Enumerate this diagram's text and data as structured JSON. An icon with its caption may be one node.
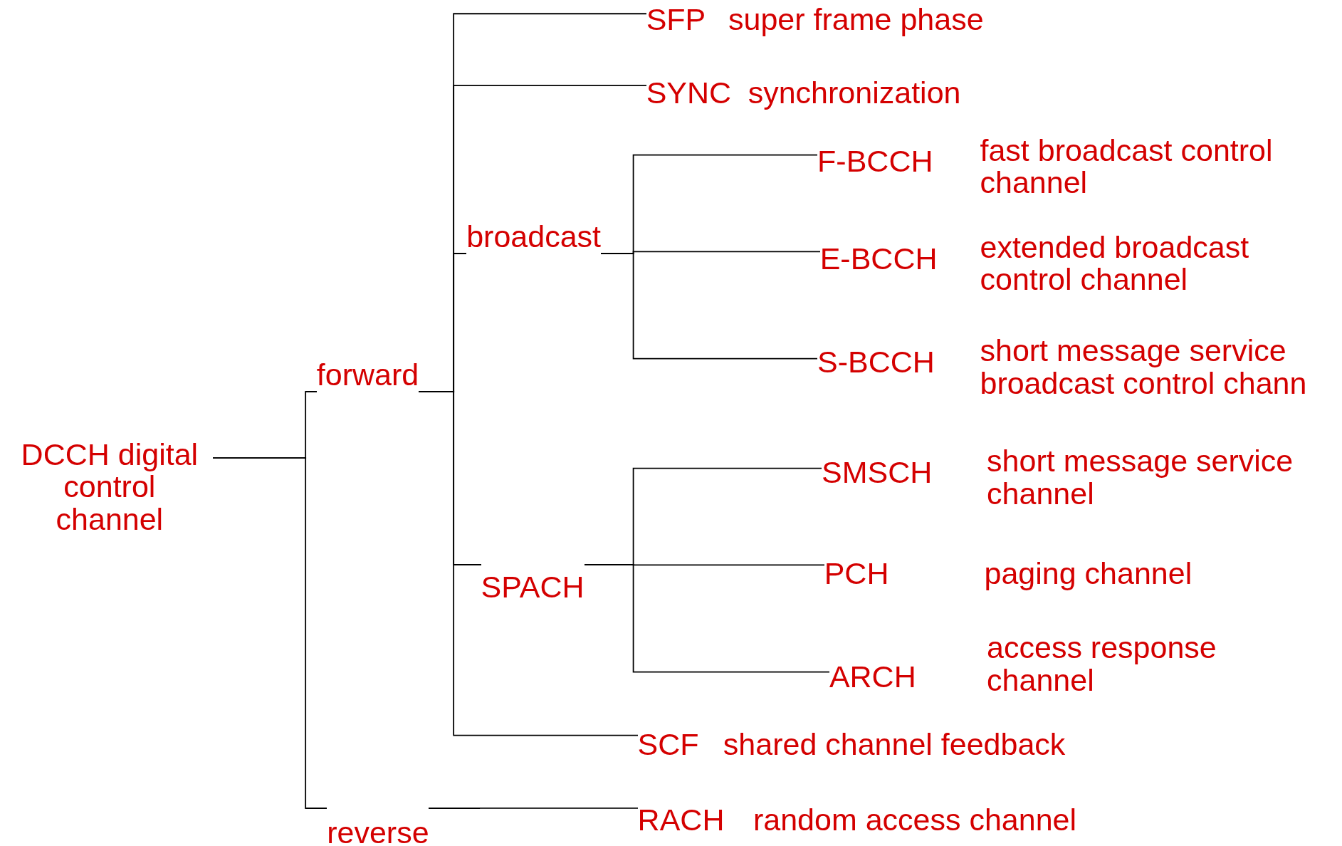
{
  "diagram": {
    "nodes": [
      {
        "text": [
          "DCCH digital control channel"
        ]
      },
      {
        "text": [
          "forward"
        ]
      },
      {
        "text": [
          "SFP"
        ],
        "beside": [
          "super frame phase"
        ]
      },
      {
        "text": [
          "SYNC"
        ],
        "beside": [
          "synchronization"
        ]
      },
      {
        "text": [
          "broadcast"
        ]
      },
      {
        "text": [
          "F-BCCH"
        ],
        "beside": [
          "fast broadcast control channel"
        ]
      },
      {
        "text": [
          "E-BCCH"
        ],
        "beside": [
          "extended broadcast control channel"
        ]
      },
      {
        "text": [
          "S-BCCH"
        ],
        "beside": [
          "short message service broadcast control chann"
        ]
      },
      {
        "text": [
          "SPACH"
        ]
      },
      {
        "text": [
          "SMSCH"
        ],
        "beside": [
          "short message service channel"
        ]
      },
      {
        "text": [
          "PCH"
        ],
        "beside": [
          "paging channel"
        ]
      },
      {
        "text": [
          "ARCH"
        ],
        "beside": [
          "access response channel"
        ]
      },
      {
        "text": [
          "SCF"
        ],
        "beside": [
          "shared channel feedback"
        ]
      },
      {
        "text": [
          "reverse"
        ]
      },
      {
        "text": [
          "RACH"
        ],
        "beside": [
          "random access channel"
        ]
      }
    ],
    "edges": [
      {
        "from": 0,
        "to": 1,
        "arrow": "none"
      },
      {
        "from": 0,
        "to": 13,
        "arrow": "none"
      },
      {
        "from": 1,
        "to": 2,
        "arrow": "none"
      },
      {
        "from": 1,
        "to": 3,
        "arrow": "none"
      },
      {
        "from": 1,
        "to": 4,
        "arrow": "none"
      },
      {
        "from": 1,
        "to": 8,
        "arrow": "none"
      },
      {
        "from": 1,
        "to": 12,
        "arrow": "none"
      },
      {
        "from": 4,
        "to": 5,
        "arrow": "none"
      },
      {
        "from": 4,
        "to": 6,
        "arrow": "none"
      },
      {
        "from": 4,
        "to": 7,
        "arrow": "none"
      },
      {
        "from": 8,
        "to": 9,
        "arrow": "none"
      },
      {
        "from": 8,
        "to": 10,
        "arrow": "none"
      },
      {
        "from": 8,
        "to": 11,
        "arrow": "none"
      },
      {
        "from": 13,
        "to": 14,
        "arrow": "none"
      }
    ]
  }
}
